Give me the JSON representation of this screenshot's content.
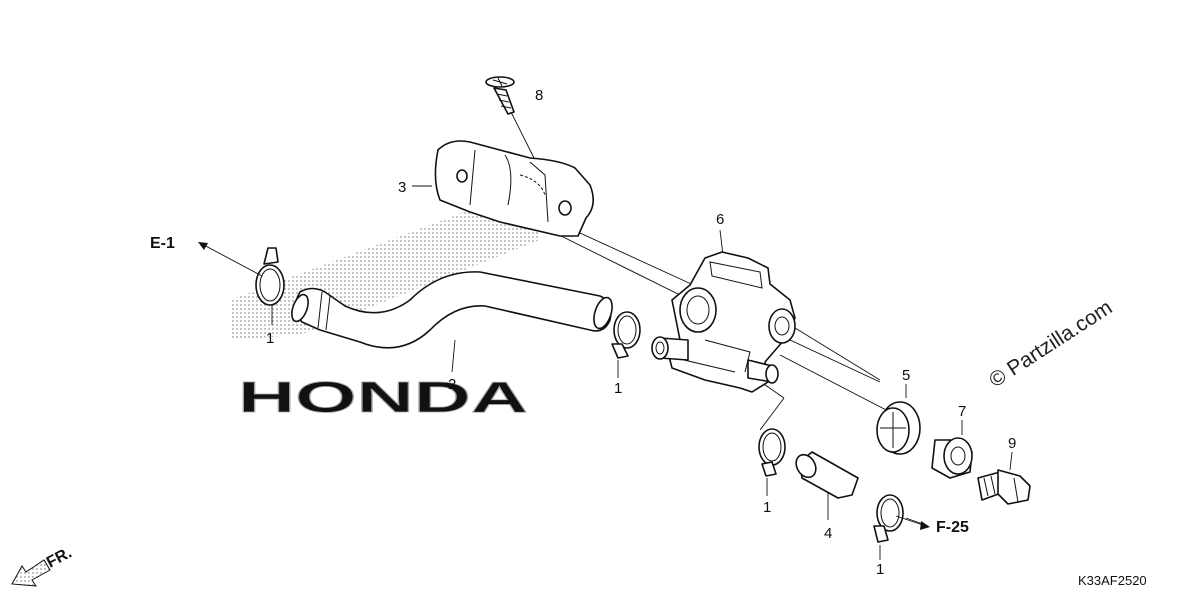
{
  "diagram": {
    "brand_watermark": "HONDA",
    "copyright": "© Partzilla.com",
    "catalog_code": "K33AF2520",
    "refs": {
      "e1": "E-1",
      "f25": "F-25",
      "front": "FR."
    },
    "callouts": {
      "c1a": "1",
      "c1b": "1",
      "c1c": "1",
      "c1d": "1",
      "c2": "2",
      "c3": "3",
      "c4": "4",
      "c5": "5",
      "c6": "6",
      "c7": "7",
      "c8": "8",
      "c9": "9"
    }
  },
  "colors": {
    "line": "#111111",
    "halftone": "#9a9a9a",
    "background": "#ffffff"
  }
}
